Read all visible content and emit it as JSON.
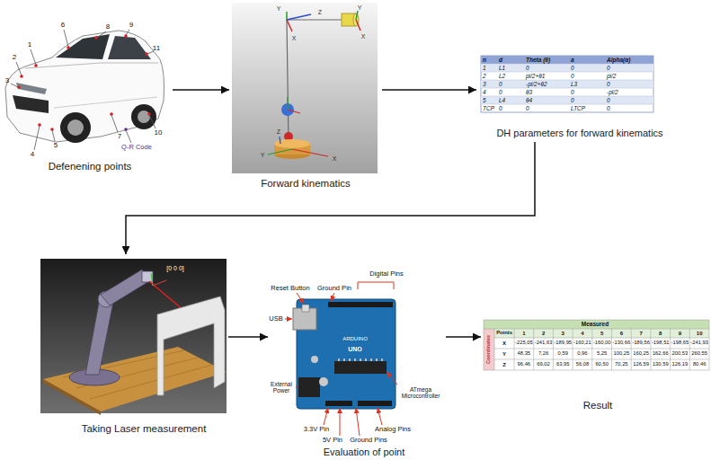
{
  "diagram": {
    "nodes": [
      {
        "text": [
          "Defenening points"
        ]
      },
      {
        "text": [
          "Forward kinematics"
        ]
      },
      {
        "text": [
          "DH parameters for forward kinematics"
        ]
      },
      {
        "text": [
          "Taking Laser measurement"
        ]
      },
      {
        "text": [
          "Evaluation of point"
        ]
      },
      {
        "text": [
          "Result"
        ]
      }
    ],
    "edges": [
      {
        "from": 0,
        "to": 1,
        "arrow": "to"
      },
      {
        "from": 1,
        "to": 2,
        "arrow": "to"
      },
      {
        "from": 2,
        "to": 3,
        "arrow": "to"
      },
      {
        "from": 3,
        "to": 4,
        "arrow": "to"
      },
      {
        "from": 4,
        "to": 5,
        "arrow": "to"
      }
    ],
    "labels": [
      "1",
      "2",
      "3",
      "4",
      "5",
      "6",
      "7",
      "8",
      "9",
      "10",
      "11",
      "Q-R Code",
      "Y",
      "Z",
      "X",
      "Y",
      "X",
      "Z",
      "X",
      "Y",
      "n",
      "d",
      "Theta (θ)",
      "a",
      "Alpha(α)",
      "1",
      "L1",
      "0",
      "0",
      "0",
      "2",
      "L2",
      "pi/2+θ1",
      "0",
      "pi/2",
      "3",
      "0",
      "-pi/2+θ2",
      "L3",
      "0",
      "4",
      "0",
      "θ3",
      "0",
      "-pi/2",
      "5",
      "L4",
      "θ4",
      "0",
      "0",
      "TCP",
      "0",
      "0",
      "LTCP",
      "0",
      "[0 0 0]",
      "Reset Button",
      "Ground Pin",
      "Digital Pins",
      "USB",
      "External Power",
      "3.3V Pin",
      "5V Pin",
      "Ground Pins",
      "Analog Pins",
      "ATmega Microcontroller",
      "ARDUINO",
      "UNO",
      "Measured",
      "Coordinates",
      "Points",
      "1",
      "2",
      "3",
      "4",
      "5",
      "6",
      "7",
      "8",
      "9",
      "10",
      "X",
      "-225,05",
      "-241,63",
      "-189,95",
      "-160,21",
      "-160,00",
      "-130,66",
      "-189,56",
      "-198,51",
      "-198,65",
      "-241,93",
      "Y",
      "48,35",
      "7,26",
      "0,59",
      "0,96",
      "5,25",
      "100,25",
      "160,25",
      "162,66",
      "200,53",
      "260,55",
      "Z",
      "96,46",
      "69,02",
      "63,95",
      "56,08",
      "60,50",
      "70,25",
      "126,59",
      "130,59",
      "126,19",
      "80,46"
    ]
  }
}
